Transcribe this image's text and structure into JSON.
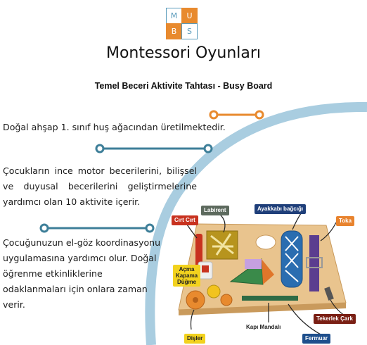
{
  "logo": {
    "letters": [
      "M",
      "U",
      "B",
      "S"
    ],
    "colors": {
      "m": "#5a9bbb",
      "u": "#e88a2e",
      "b": "#e88a2e",
      "s": "#5a9bbb"
    }
  },
  "title": "Montessori Oyunları",
  "subtitle": "Temel Beceri Aktivite Tahtası - Busy Board",
  "paragraphs": [
    "Doğal ahşap 1. sınıf huş ağacından üretilmektedir.",
    "Çocukların ince motor becerilerini, bilişsel ve duyusal becerilerini geliştirmelerine yardımcı olan 10 aktivite içerir.",
    "Çocuğunuzun el-göz koordinasyonu uygulamasına yardımcı olur. Doğal öğrenme etkinliklerine odaklanmaları için onlara zaman verir."
  ],
  "labels": {
    "labirent": "Labirent",
    "ayakkabi": "Ayakkabı bağcığı",
    "cirt": "Cırt Cırt",
    "toka": "Toka",
    "acma_1": "Açma",
    "acma_2": "Kapama",
    "acma_3": "Düğme",
    "tekerlek": "Tekerlek Çark",
    "kapi": "Kapı Mandalı",
    "disler": "Dişler",
    "fermuar": "Fermuar"
  },
  "colors": {
    "accent_blue": "#5a9bbb",
    "accent_orange": "#e88a2e",
    "label_orange": "#e8832e",
    "label_navy": "#1f3f7a",
    "label_red": "#c8321f",
    "label_yellow": "#f2d21e",
    "label_green": "#3f7a3a",
    "label_grey": "#5d6a5e",
    "label_darkred": "#7a1f14",
    "label_blue": "#1e4f8c"
  }
}
